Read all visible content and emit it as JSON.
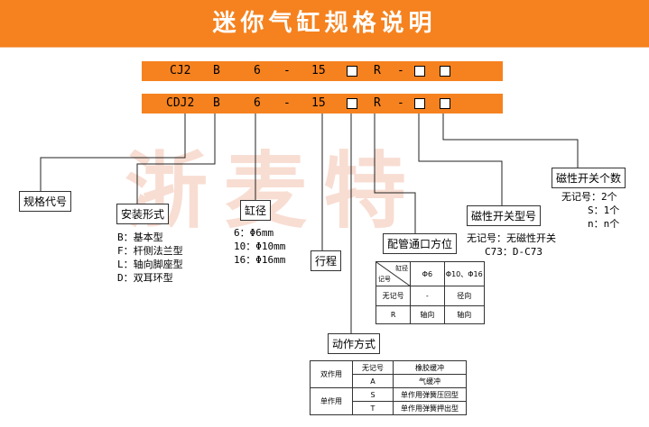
{
  "header": {
    "title": "迷你气缸规格说明"
  },
  "watermark": "浙麦特",
  "band1": {
    "series": "CJ2",
    "type": "B",
    "bore": "6",
    "dash1": "-",
    "stroke": "15",
    "r": "R",
    "dash2": "-"
  },
  "band2": {
    "series": "CDJ2",
    "type": "B",
    "bore": "6",
    "dash1": "-",
    "stroke": "15",
    "r": "R",
    "dash2": "-"
  },
  "spec_code": {
    "title": "规格代号"
  },
  "mount": {
    "title": "安装形式",
    "items": [
      "B：基本型",
      "F：杆侧法兰型",
      "L：轴向脚座型",
      "D：双耳环型"
    ]
  },
  "bore": {
    "title": "缸径",
    "items": [
      "6：Φ6mm",
      "10：Φ10mm",
      "16：Φ16mm"
    ]
  },
  "stroke": {
    "title": "行程"
  },
  "action": {
    "title": "动作方式"
  },
  "port": {
    "title": "配管通口方位",
    "header_diag_top": "缸径",
    "header_diag_bottom": "记号",
    "col1": "Φ6",
    "col2": "Φ10、Φ16",
    "rows": [
      {
        "code": "无记号",
        "v1": "-",
        "v2": "径向"
      },
      {
        "code": "R",
        "v1": "轴向",
        "v2": "轴向"
      }
    ]
  },
  "switch_type": {
    "title": "磁性开关型号",
    "items": [
      "无记号：无磁性开关",
      "C73：D-C73"
    ]
  },
  "switch_count": {
    "title": "磁性开关个数",
    "items": [
      "无记号：2个",
      "S：1个",
      "n：n个"
    ]
  },
  "action_table": {
    "col_code": "无记号",
    "col_desc": "橡胶缓冲",
    "groups": [
      {
        "name": "双作用",
        "rows": [
          {
            "code": "无记号",
            "desc": "橡胶缓冲"
          },
          {
            "code": "A",
            "desc": "气缓冲"
          }
        ]
      },
      {
        "name": "单作用",
        "rows": [
          {
            "code": "S",
            "desc": "单作用弹簧压回型"
          },
          {
            "code": "T",
            "desc": "单作用弹簧押出型"
          }
        ]
      }
    ]
  },
  "colors": {
    "accent": "#f5821f",
    "watermark": "#f8ddd2"
  }
}
